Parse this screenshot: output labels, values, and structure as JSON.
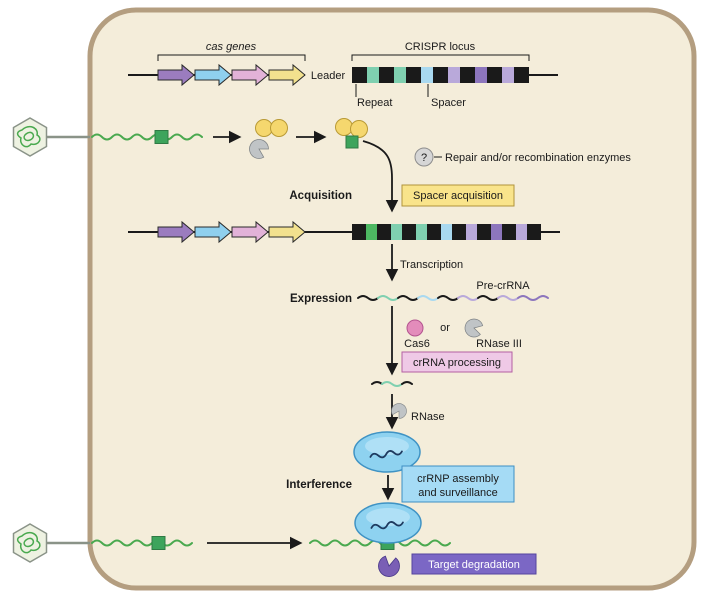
{
  "locus": {
    "cas_genes": "cas genes",
    "leader": "Leader",
    "crispr_locus": "CRISPR locus",
    "repeat": "Repeat",
    "spacer": "Spacer"
  },
  "acquisition": {
    "stage_label": "Acquisition",
    "box_label": "Spacer acquisition",
    "question_mark": "?",
    "repair_label": "Repair and/or recombination enzymes"
  },
  "expression": {
    "stage_label": "Expression",
    "transcription": "Transcription",
    "pre_crrna": "Pre-crRNA",
    "cas6": "Cas6",
    "or": "or",
    "rnase_iii": "RNase III",
    "box_label": "crRNA processing",
    "rnase": "RNase"
  },
  "interference": {
    "stage_label": "Interference",
    "box_line1": "crRNP assembly",
    "box_line2": "and surveillance",
    "target_box_label": "Target degradation"
  },
  "icons": {
    "phage": "phage-icon",
    "cas1_cas2_complex": "cas1-cas2-complex-icon",
    "endonuclease": "pacman-nuclease-icon",
    "cas6_enzyme": "cas6-circle-icon",
    "crrnp_complex": "crrnp-complex-icon",
    "target_nuclease": "target-nuclease-icon"
  },
  "colors": {
    "cell_fill": "#f4edda",
    "cell_border": "#b49e80",
    "gene_purple": "#9b7cbf",
    "gene_blue": "#8fd0ee",
    "gene_pink": "#e2b2d8",
    "gene_yellow": "#f2e18e",
    "repeat_black": "#1a1a1a",
    "spacer_teal": "#7fd0b0",
    "spacer_green": "#4db862",
    "spacer_blue": "#a9d9f0",
    "spacer_lav": "#b9a9da",
    "spacer_purple": "#8d76bd",
    "acq_box_fill": "#f9e48b",
    "acq_box_border": "#b1943b",
    "proc_box_fill": "#efc9e6",
    "proc_box_border": "#b35fa3",
    "int_box_fill": "#a5dbf5",
    "int_box_border": "#3d8fc4",
    "target_box_fill": "#7b67c5",
    "target_box_border": "#55449e",
    "phage_fill": "#eef2e2",
    "phage_stroke": "#8a9388",
    "phage_green": "#4aa94f",
    "dna_green": "#4aa94f",
    "protospacer_green": "#3da45c",
    "cas_yellow": "#f5d76e",
    "pacman_gray": "#c0c4c6",
    "pacman_stroke": "#7d8285",
    "cas6_pink": "#e38cbb",
    "complex_blue": "#8ed2f0",
    "nuclease_purple": "#7a5fb5"
  }
}
